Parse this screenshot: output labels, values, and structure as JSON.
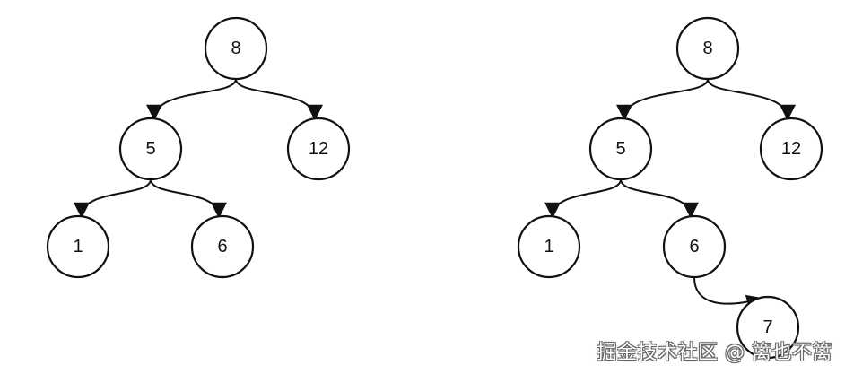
{
  "colors": {
    "stroke": "#111111",
    "background": "#ffffff",
    "watermark_text": "#ffffff"
  },
  "trees": [
    {
      "name": "left-tree",
      "nodes": [
        {
          "id": "L8",
          "label": "8"
        },
        {
          "id": "L5",
          "label": "5"
        },
        {
          "id": "L12",
          "label": "12"
        },
        {
          "id": "L1",
          "label": "1"
        },
        {
          "id": "L6",
          "label": "6"
        }
      ],
      "edges": [
        [
          "L8",
          "L5"
        ],
        [
          "L8",
          "L12"
        ],
        [
          "L5",
          "L1"
        ],
        [
          "L5",
          "L6"
        ]
      ]
    },
    {
      "name": "right-tree",
      "nodes": [
        {
          "id": "R8",
          "label": "8"
        },
        {
          "id": "R5",
          "label": "5"
        },
        {
          "id": "R12",
          "label": "12"
        },
        {
          "id": "R1",
          "label": "1"
        },
        {
          "id": "R6",
          "label": "6"
        },
        {
          "id": "R7",
          "label": "7"
        }
      ],
      "edges": [
        [
          "R8",
          "R5"
        ],
        [
          "R8",
          "R12"
        ],
        [
          "R5",
          "R1"
        ],
        [
          "R5",
          "R6"
        ],
        [
          "R6",
          "R7"
        ]
      ]
    }
  ],
  "watermark": "掘金技术社区 @ 篱也不篱"
}
